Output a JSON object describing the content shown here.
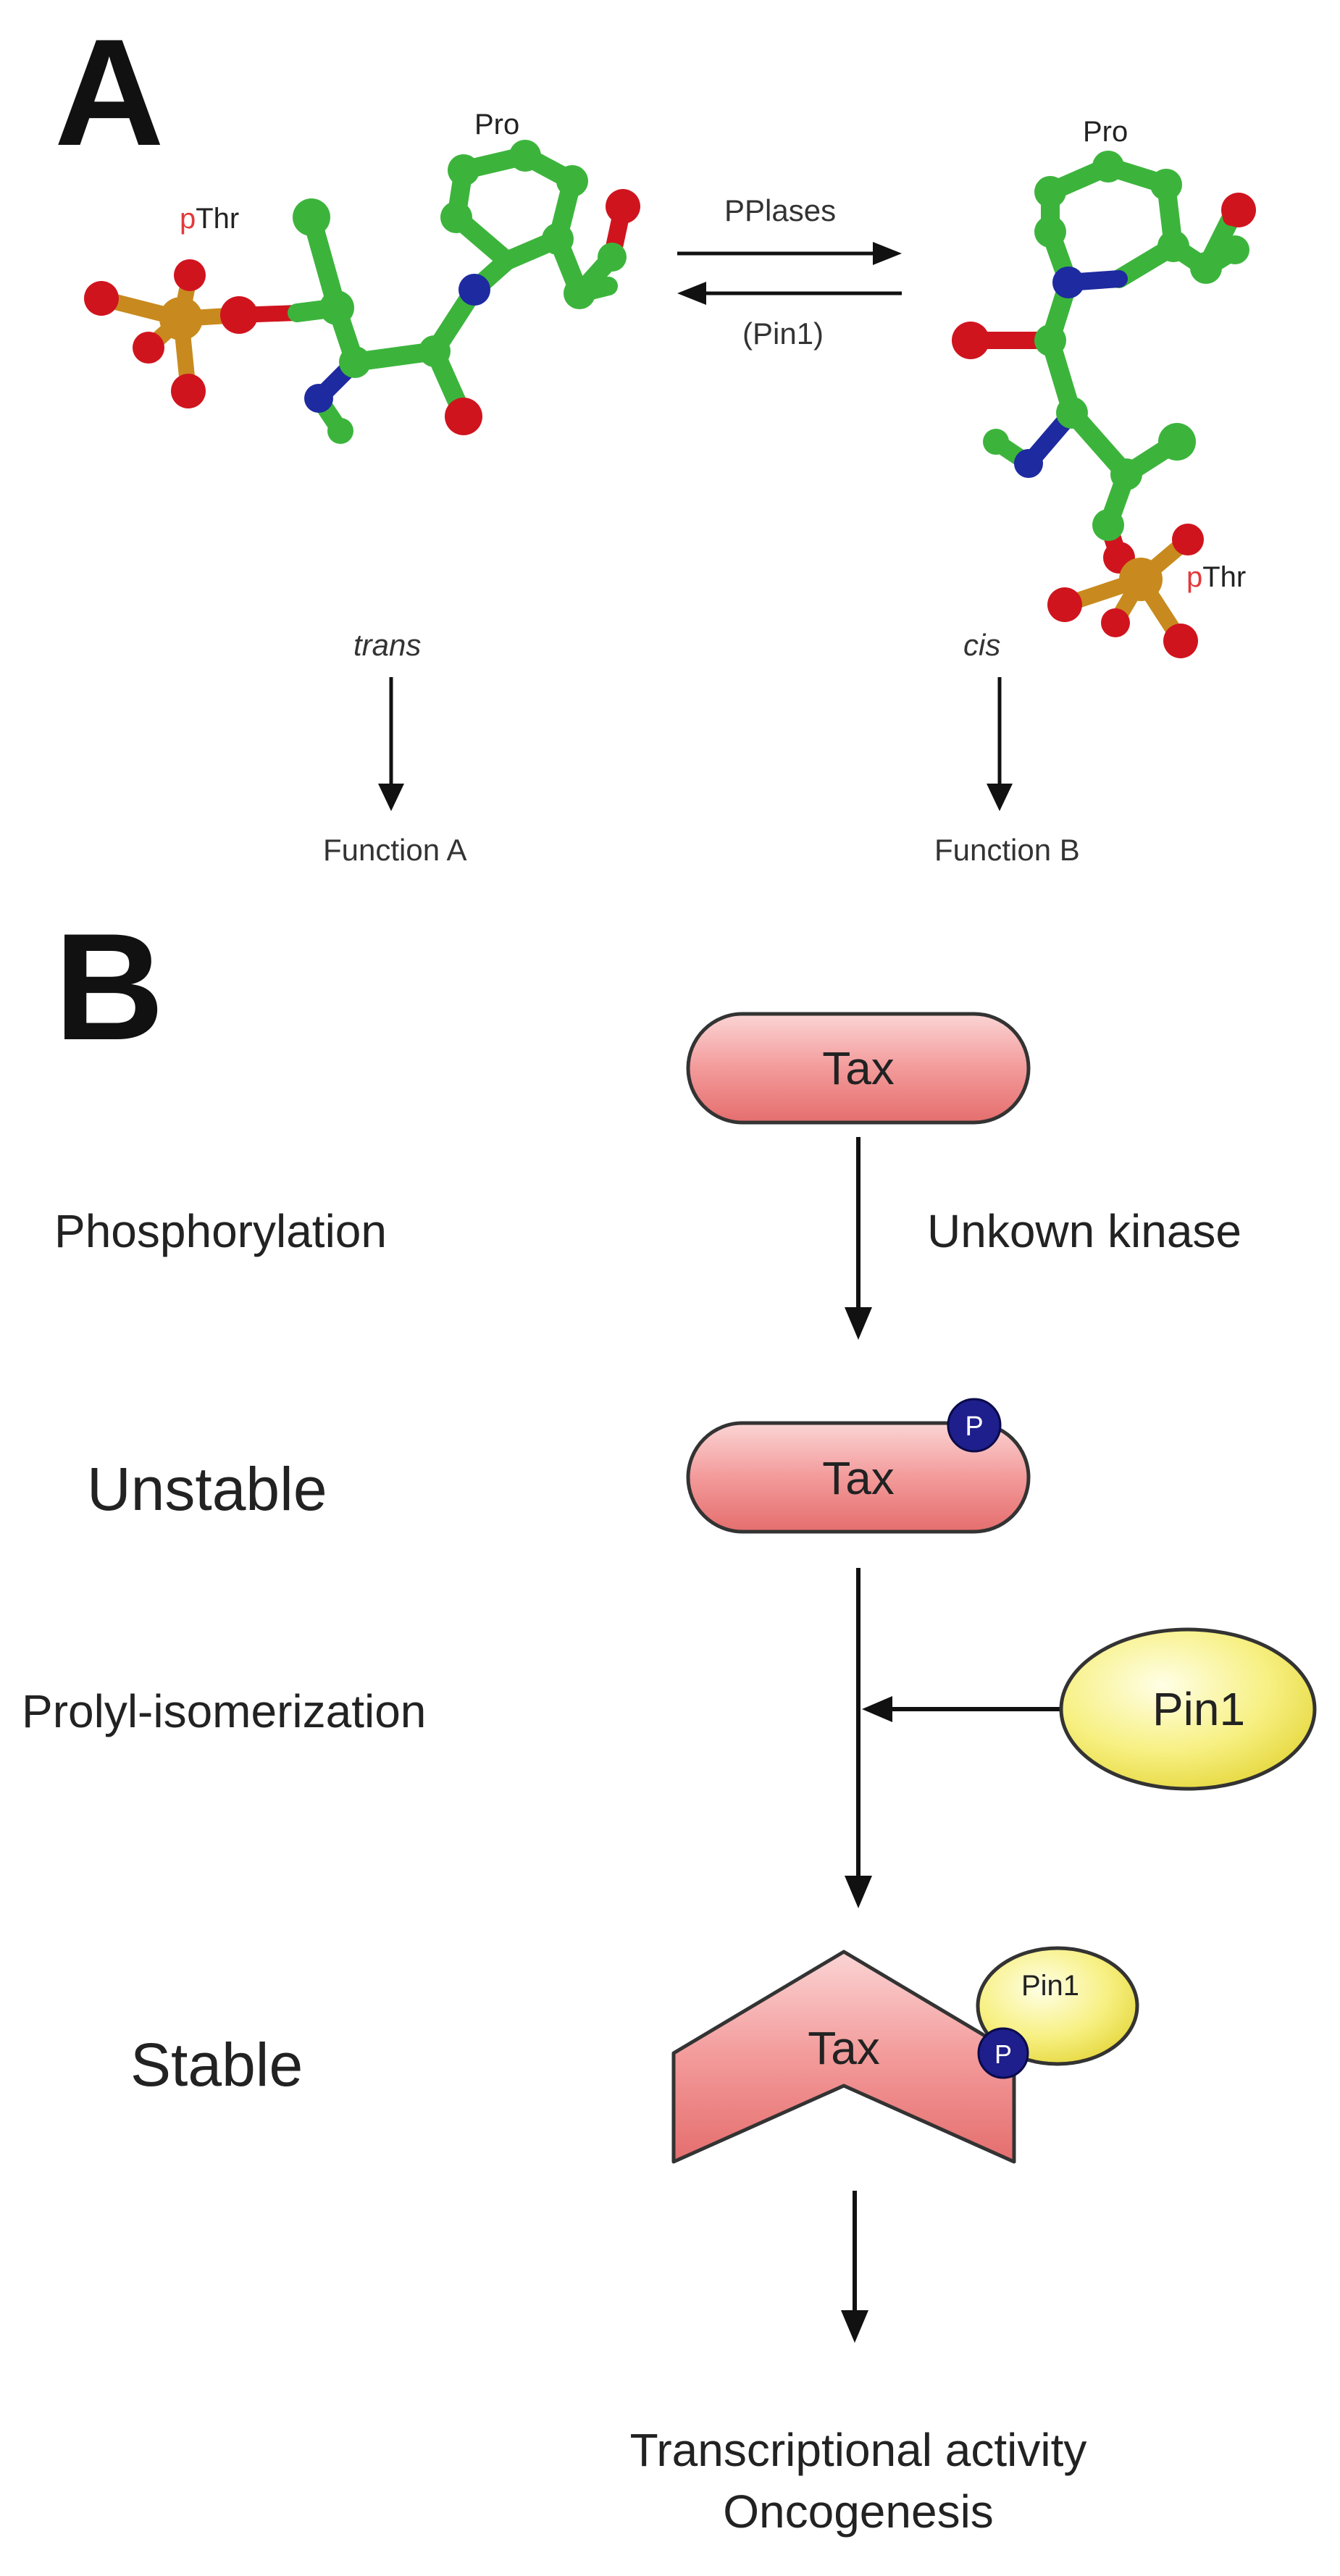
{
  "panel_a": {
    "letter": "A",
    "left_molecule": {
      "residue_pro": "Pro",
      "residue_pthr_p": "p",
      "residue_pthr_rest": "Thr",
      "conformation": "trans"
    },
    "right_molecule": {
      "residue_pro": "Pro",
      "residue_pthr_p": "p",
      "residue_pthr_rest": "Thr",
      "conformation": "cis"
    },
    "forward_label": "PPlases",
    "reverse_label": "(Pin1)",
    "outcome_left": "Function A",
    "outcome_right": "Function B"
  },
  "panel_b": {
    "letter": "B",
    "steps": [
      {
        "left_label": "Phosphorylation",
        "right_label": "Unkown kinase"
      },
      {
        "state_label": "Unstable"
      },
      {
        "left_label": "Prolyl-isomerization"
      },
      {
        "state_label": "Stable"
      }
    ],
    "protein": "Tax",
    "phospho": "P",
    "isomerase": "Pin1",
    "outcome": [
      "Transcriptional activity",
      "Oncogenesis"
    ]
  },
  "colors": {
    "carbon": "#3cb43c",
    "oxygen": "#d0141e",
    "nitrogen": "#1e2aa0",
    "phosphorus": "#c88a1e",
    "pthr_p": "#e23a3a",
    "tax_fill": "#f08c8c",
    "pin1_fill": "#f4ea6a",
    "phospho_fill": "#1e1e8c"
  }
}
